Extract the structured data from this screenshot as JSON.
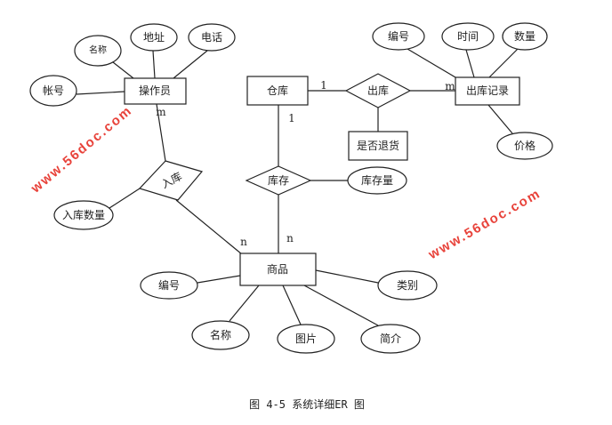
{
  "entities": {
    "operator": "操作员",
    "warehouse": "仓库",
    "outbound_record": "出库记录",
    "return_flag": "是否退货",
    "product": "商品"
  },
  "relationships": {
    "inbound": "入库",
    "outbound": "出库",
    "stock": "库存"
  },
  "attributes": {
    "operator": {
      "name": "名称",
      "address": "地址",
      "phone": "电话",
      "account": "帐号"
    },
    "inbound": {
      "quantity": "入库数量"
    },
    "outbound_record": {
      "id": "编号",
      "time": "时间",
      "quantity": "数量",
      "price": "价格"
    },
    "stock": {
      "amount": "库存量"
    },
    "product": {
      "id": "编号",
      "name": "名称",
      "picture": "图片",
      "intro": "简介",
      "category": "类别"
    }
  },
  "cardinalities": {
    "operator_inbound": "m",
    "product_inbound": "n",
    "warehouse_outbound": "1",
    "record_outbound": "m",
    "warehouse_stock": "1",
    "product_stock": "n"
  },
  "caption": "图 4-5 系统详细ER 图",
  "watermark": "www.56doc.com"
}
